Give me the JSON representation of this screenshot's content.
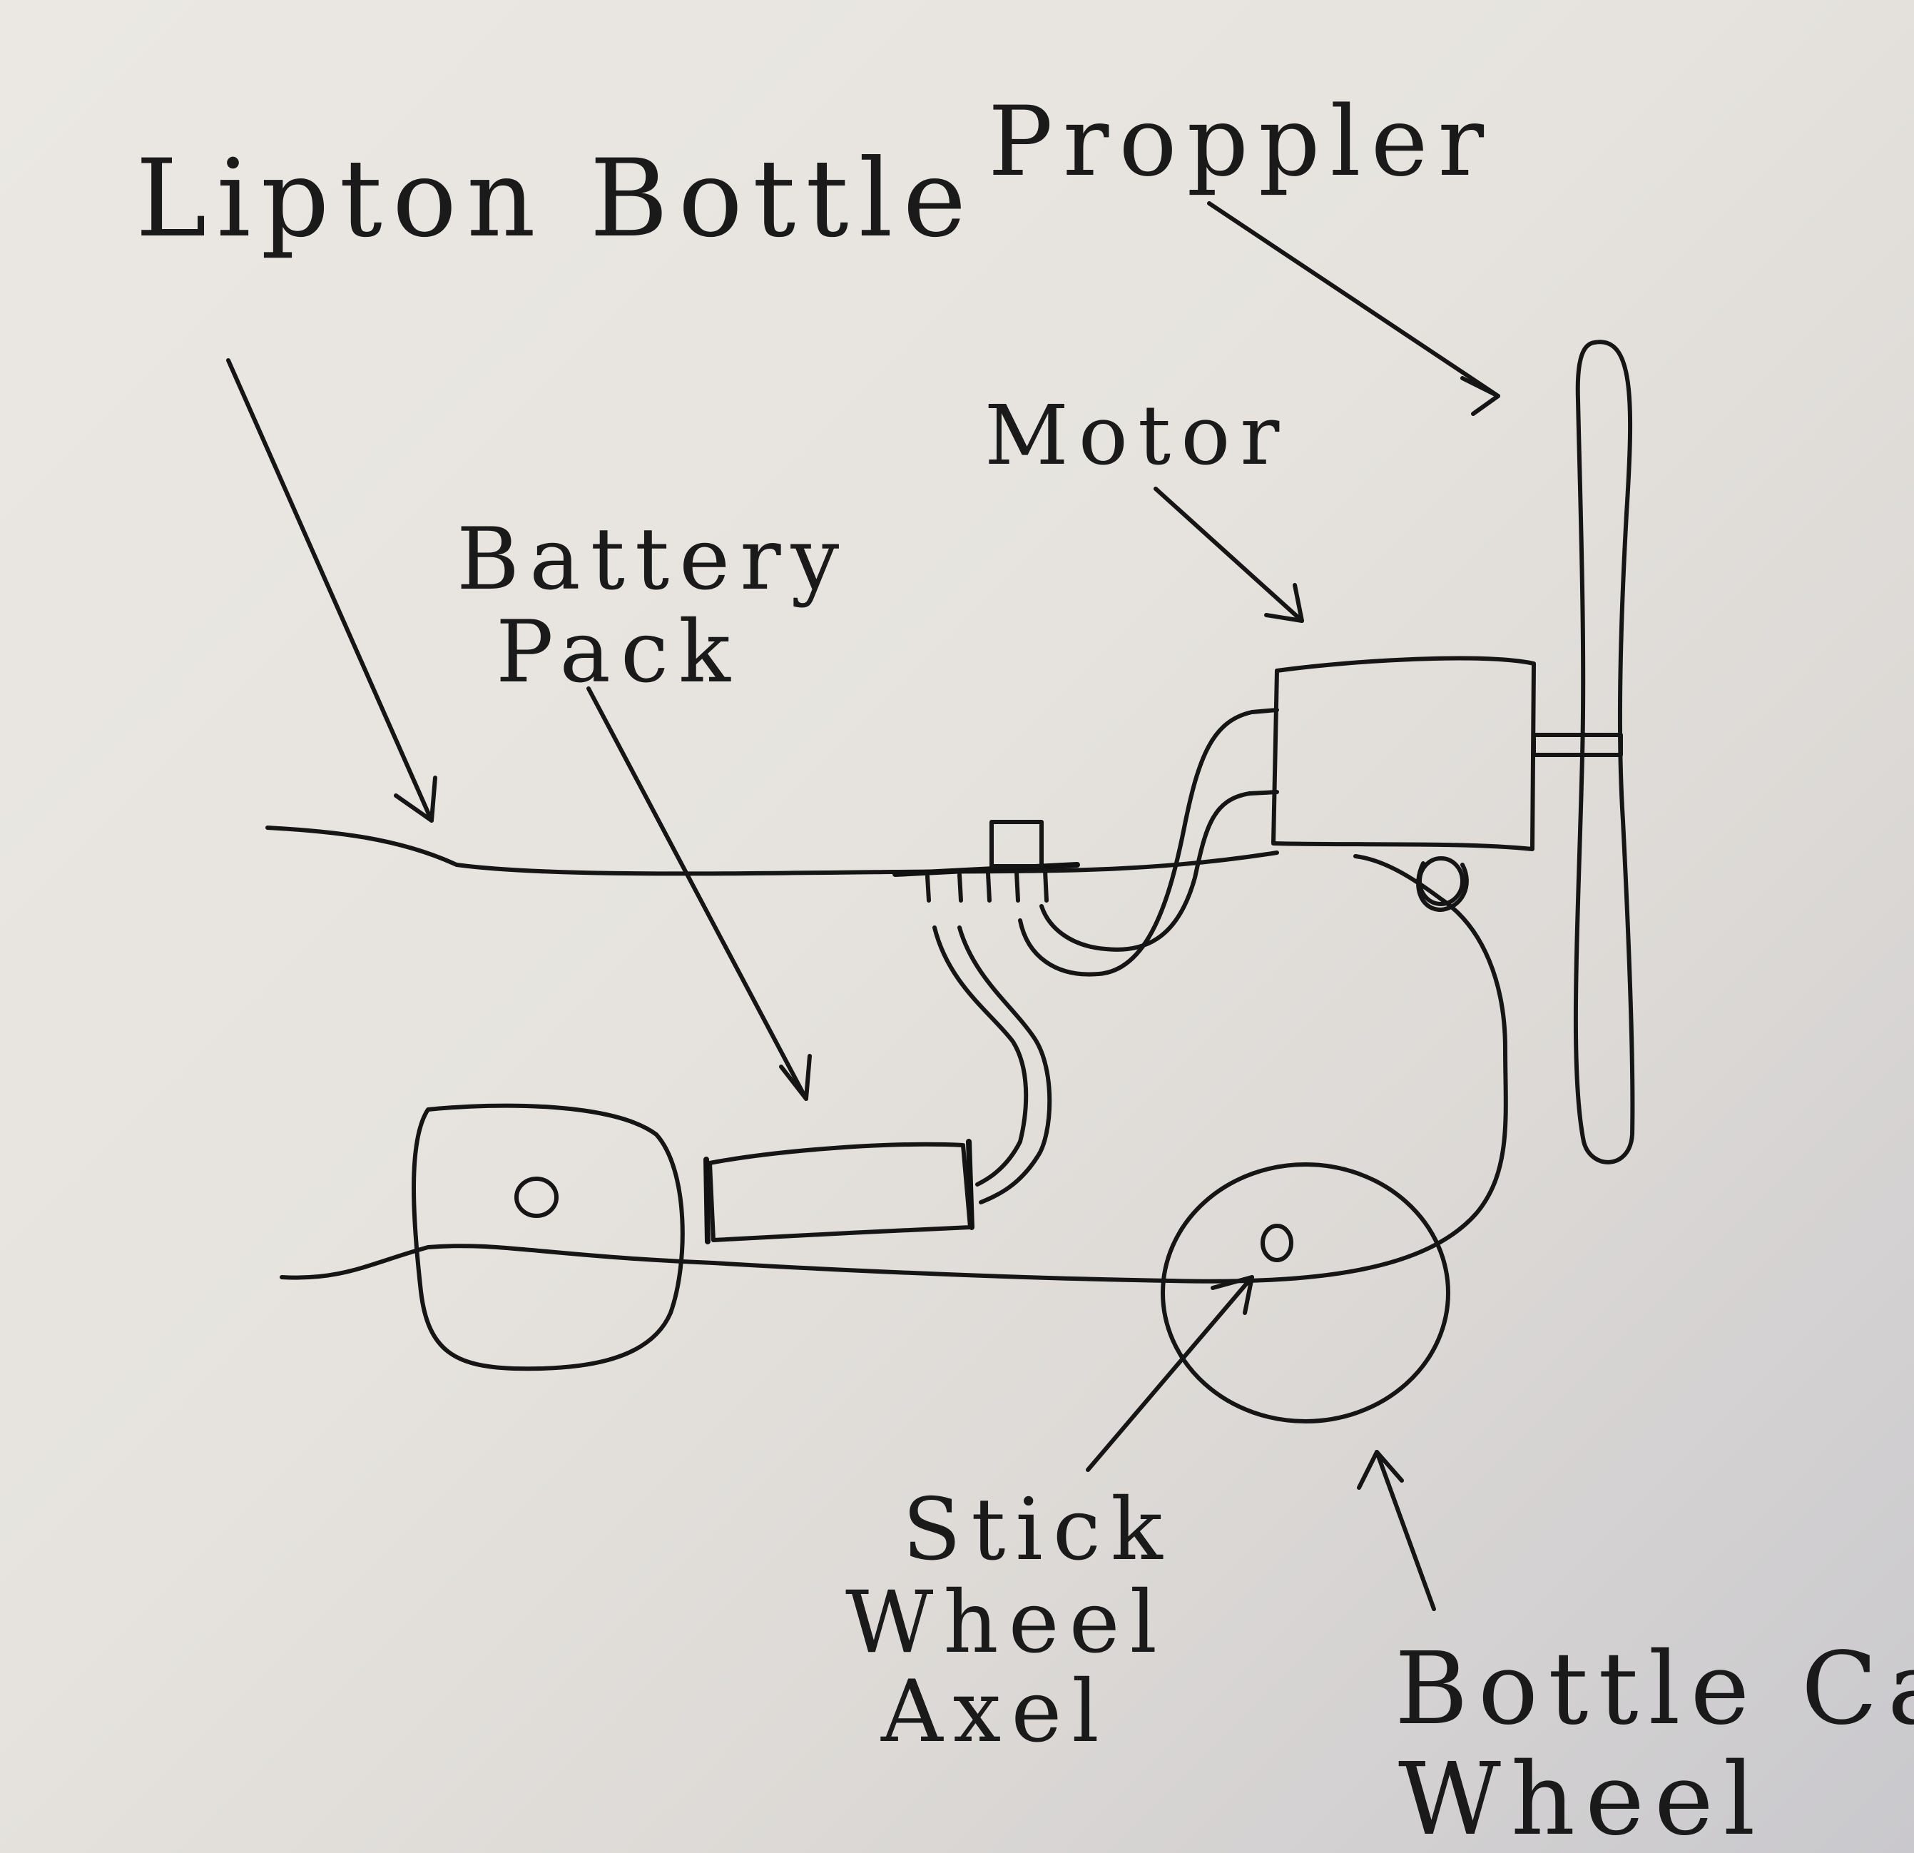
{
  "labels": {
    "lipton_bottle": "Lipton Bottle",
    "propeller": "Proppler",
    "motor": "Motor",
    "battery_line1": "Battery",
    "battery_line2": "Pack",
    "stick_line1": "Stick",
    "stick_line2": "Wheel",
    "stick_line3": "Axel",
    "cap_line1": "Bottle CaP",
    "cap_line2": "Wheel"
  },
  "colors": {
    "paper": "#e9e6e1",
    "ink": "#151515"
  }
}
